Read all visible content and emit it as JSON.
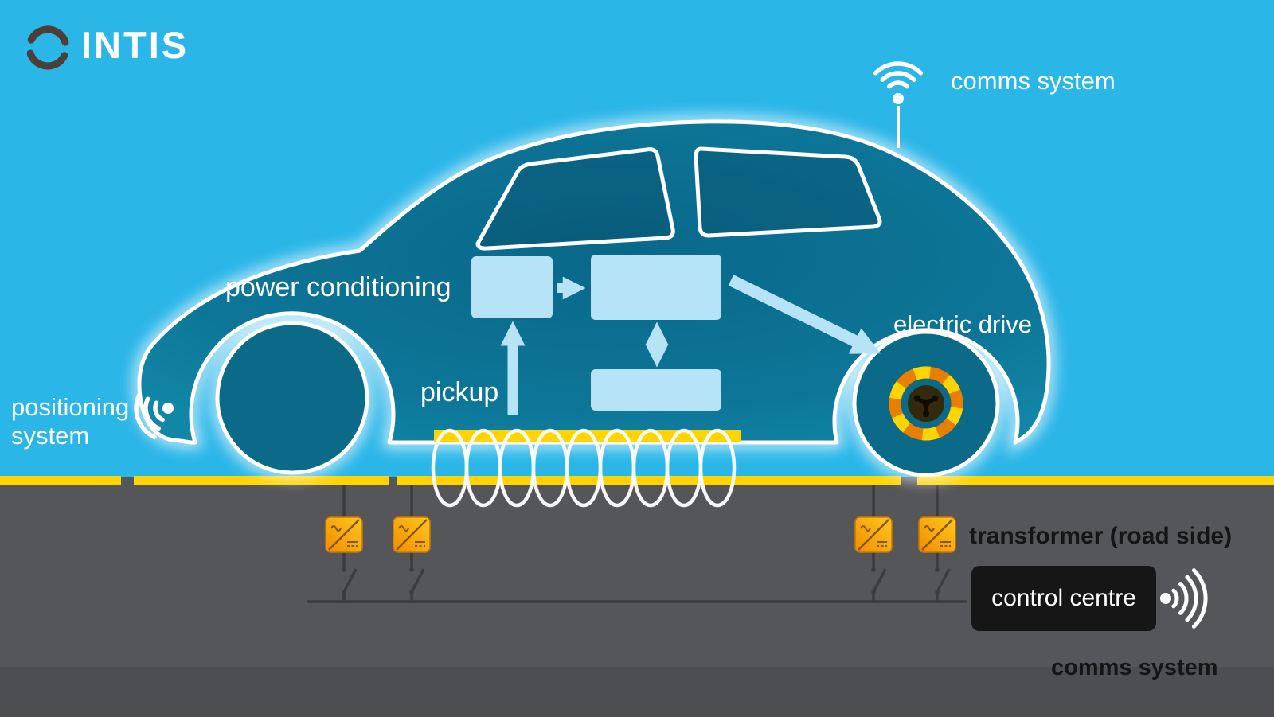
{
  "brand": {
    "name": "INTIS"
  },
  "vehicle": {
    "labels": {
      "power_conditioning": "power conditioning",
      "pickup": "pickup",
      "electric_drive": "electric drive",
      "comms_system": "comms system",
      "positioning_line1": "positioning",
      "positioning_line2": "system"
    }
  },
  "roadside": {
    "labels": {
      "transformer": "transformer (road side)",
      "control_centre": "control centre",
      "comms_system": "comms system"
    }
  },
  "icons": {
    "logo": "intis-swirl-icon",
    "vehicle_comms": "wifi-arcs-icon",
    "positioning": "wifi-arcs-icon",
    "roadside_comms": "wifi-arcs-icon",
    "electric_drive": "electric-motor-icon",
    "transformer": "acdc-converter-icon",
    "pickup": "inductive-coil-icon"
  },
  "colors": {
    "sky": "#2bb6e8",
    "car_body": "#0d7698",
    "component_blue": "#b7e3f6",
    "rail_yellow": "#ffd400",
    "transformer_orange": "#f59e00",
    "road_gray": "#55565a",
    "control_black": "#161616",
    "text_light": "#ffffff",
    "text_dark": "#151515"
  }
}
